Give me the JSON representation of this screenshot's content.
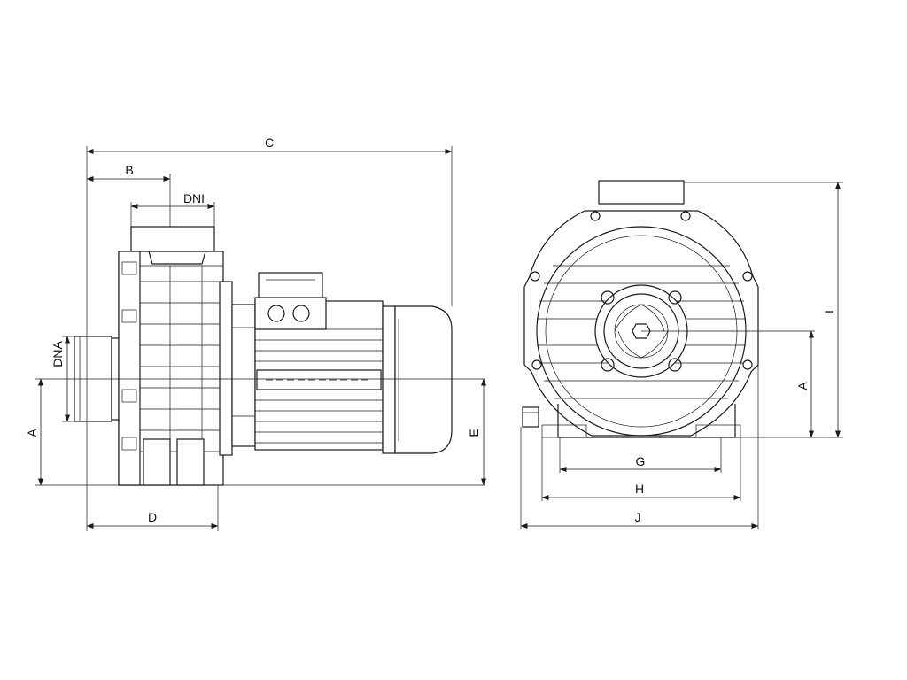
{
  "labels": {
    "C": "C",
    "B": "B",
    "DNI": "DNI",
    "DNA": "DNA",
    "A_side": "A",
    "E": "E",
    "D": "D",
    "I": "I",
    "A_front": "A",
    "G": "G",
    "H": "H",
    "J": "J"
  },
  "colors": {
    "line": "#1a1a1a",
    "background": "#ffffff"
  }
}
